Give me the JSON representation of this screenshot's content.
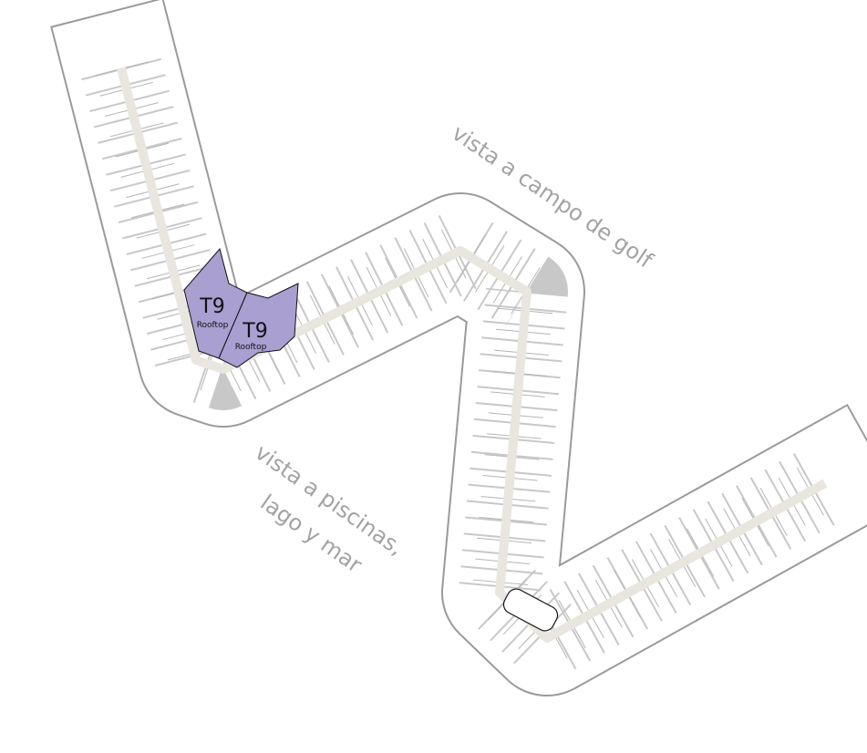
{
  "plan": {
    "view_labels": {
      "golf": "vista a campo de golf",
      "pools_line1": "vista a piscinas,",
      "pools_line2": "lago y mar"
    },
    "units": [
      {
        "code": "T9",
        "type": "Rooftop"
      },
      {
        "code": "T9",
        "type": "Rooftop"
      }
    ],
    "colors": {
      "highlight": "#a99fd1",
      "corridor": "#e8e6df",
      "outline": "#9a9a9a",
      "label": "#a3a3a3"
    }
  }
}
